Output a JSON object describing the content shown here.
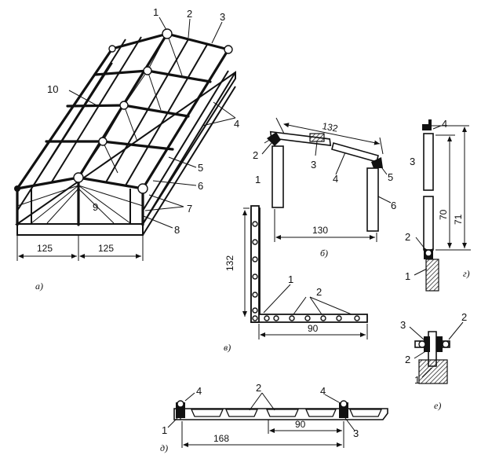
{
  "figure_a": {
    "labels": [
      "1",
      "2",
      "3",
      "4",
      "5",
      "6",
      "7",
      "8",
      "9",
      "10"
    ],
    "dims": [
      "125",
      "125"
    ],
    "caption": "а)"
  },
  "figure_b": {
    "labels": [
      "1",
      "2",
      "3",
      "4",
      "5",
      "6"
    ],
    "dims": [
      "132",
      "130"
    ],
    "caption": "б)"
  },
  "figure_v": {
    "labels": [
      "1",
      "2"
    ],
    "dims": [
      "132",
      "90"
    ],
    "caption": "в)"
  },
  "figure_g": {
    "labels": [
      "4",
      "3",
      "2",
      "1"
    ],
    "dims": [
      "70",
      "71"
    ],
    "caption": "г)"
  },
  "figure_d": {
    "labels": [
      "4",
      "2",
      "4",
      "1",
      "3"
    ],
    "dims": [
      "90",
      "168"
    ],
    "caption": "д)"
  },
  "figure_e": {
    "labels": [
      "3",
      "2",
      "2",
      "1"
    ],
    "caption": "е)"
  }
}
